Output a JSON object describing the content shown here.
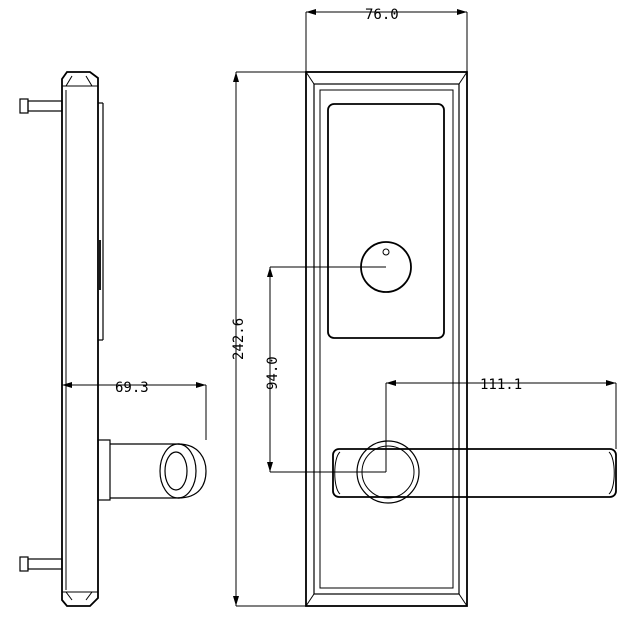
{
  "dimensions": {
    "top_width": "76.0",
    "total_height": "242.6",
    "lever_offset": "94.0",
    "lever_length": "111.1",
    "side_depth": "69.3"
  }
}
